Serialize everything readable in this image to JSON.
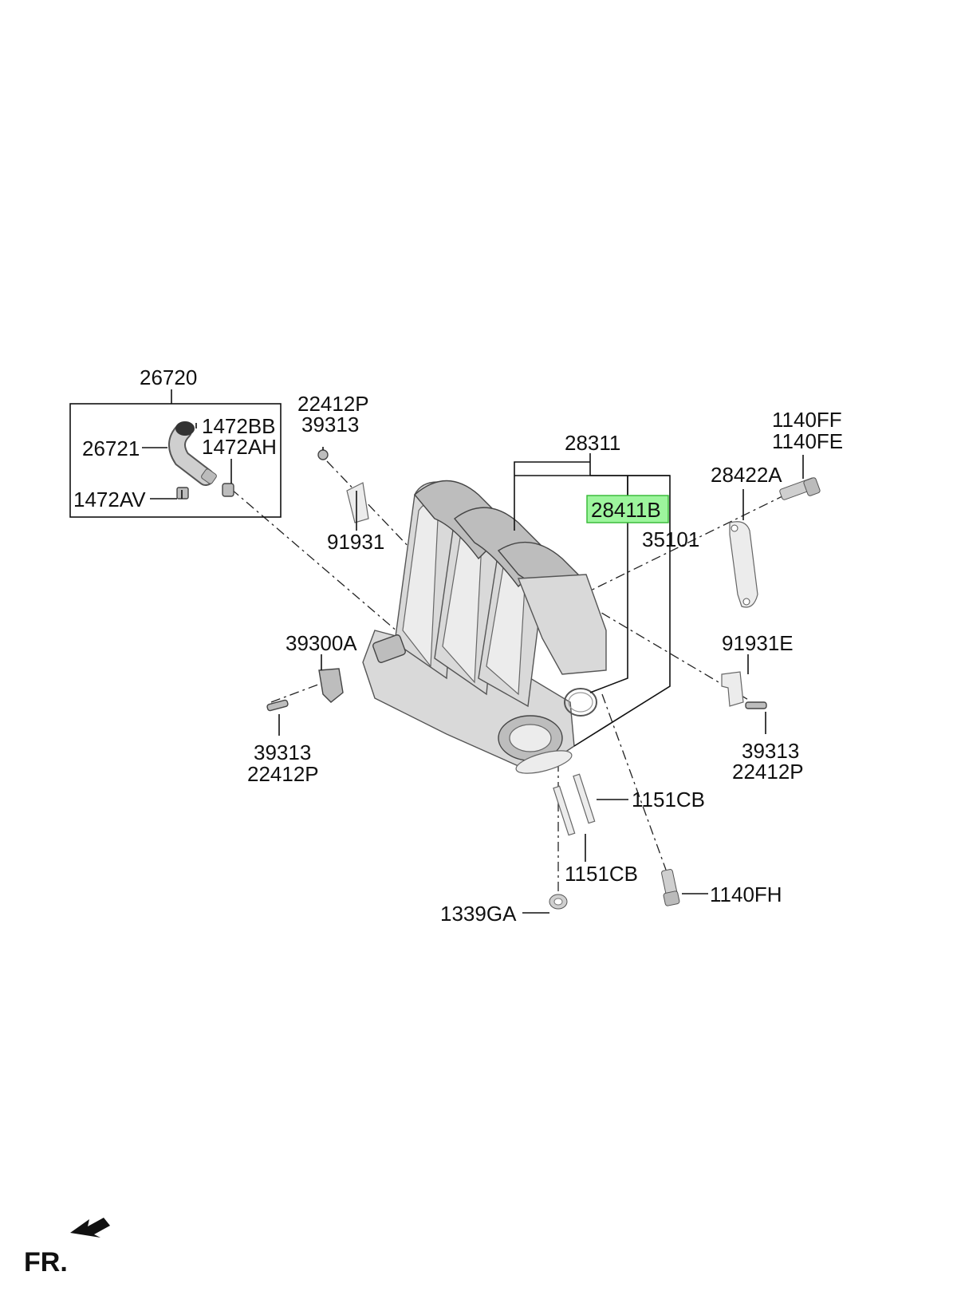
{
  "labels": {
    "p26720": "26720",
    "p1472BB": "1472BB",
    "p26721": "26721",
    "p1472AH": "1472AH",
    "p1472AV": "1472AV",
    "p22412P_top": "22412P",
    "p39313_top": "39313",
    "p91931": "91931",
    "p28311": "28311",
    "p28411B": "28411B",
    "p35101": "35101",
    "p1140FF": "1140FF",
    "p1140FE": "1140FE",
    "p28422A": "28422A",
    "p39300A": "39300A",
    "p39313_left": "39313",
    "p22412P_left": "22412P",
    "p91931E": "91931E",
    "p39313_right": "39313",
    "p22412P_right": "22412P",
    "p1151CB_a": "1151CB",
    "p1151CB_b": "1151CB",
    "p1140FH": "1140FH",
    "p1339GA": "1339GA"
  },
  "highlighted_part": "28411B",
  "highlight_color": "#9df59d",
  "direction_indicator": {
    "label": "FR.",
    "icon": "front-direction-arrow-icon"
  }
}
